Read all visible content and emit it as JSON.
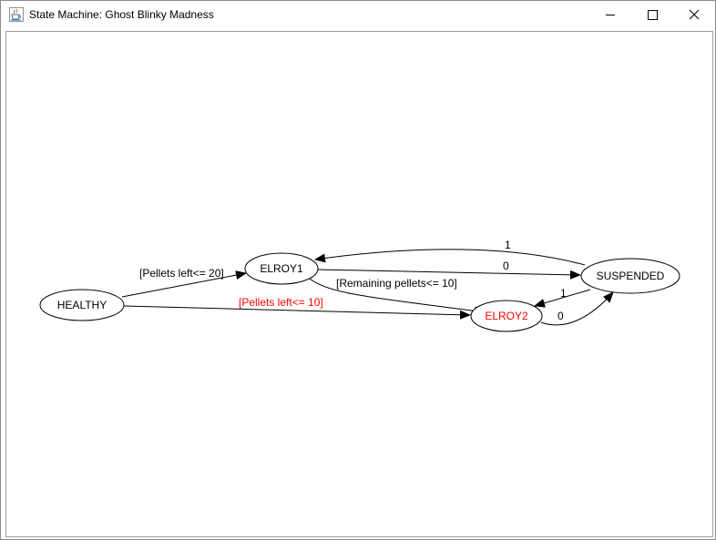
{
  "window": {
    "title": "State Machine: Ghost Blinky Madness",
    "app_icon": "java-coffee-icon",
    "controls": [
      "minimize-icon",
      "maximize-icon",
      "close-icon"
    ]
  },
  "diagram": {
    "colors": {
      "default": "#000000",
      "highlight": "#ff0000"
    },
    "states": {
      "healthy": "HEALTHY",
      "elroy1": "ELROY1",
      "elroy2": "ELROY2",
      "suspended": "SUSPENDED"
    },
    "transitions": {
      "healthy_to_elroy1": "[Pellets left<= 20]",
      "healthy_to_elroy2": "[Pellets left<= 10]",
      "elroy1_to_elroy2": "[Remaining pellets<= 10]",
      "elroy1_to_suspended": "0",
      "suspended_to_elroy1": "1",
      "suspended_to_elroy2": "1",
      "elroy2_to_suspended": "0"
    }
  }
}
